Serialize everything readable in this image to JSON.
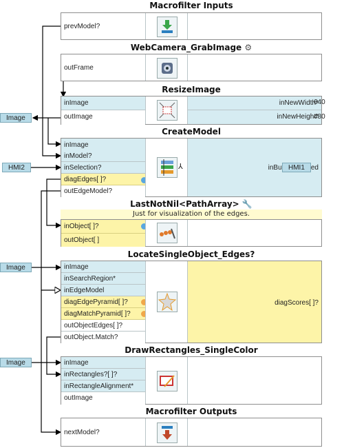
{
  "macro_in": {
    "title": "Macrofilter Inputs",
    "port": "prevModel?",
    "icon": "download-arrow-icon"
  },
  "grab": {
    "title": "WebCamera_GrabImage",
    "out": "outFrame",
    "icon": "webcam-icon"
  },
  "resize": {
    "title": "ResizeImage",
    "in_image": "inImage",
    "out_image": "outImage",
    "in_width": "inNewWidth*",
    "in_height": "inNewHeight*",
    "width_value": "640",
    "height_value": "480",
    "icon": "resize-icon"
  },
  "create": {
    "title": "CreateModel",
    "ports": [
      "inImage",
      "inModel?",
      "inSelection?",
      "diagEdges[ ]?",
      "outEdgeModel?"
    ],
    "out_right": "inButtonPressed",
    "icon": "model-tree-icon"
  },
  "lastnotnil": {
    "title": "LastNotNil<PathArray>",
    "comment": "Just for visualization of the edges.",
    "ports": [
      "inObject[ ]?",
      "outObject[ ]"
    ],
    "icon": "dots-curve-icon"
  },
  "locate": {
    "title": "LocateSingleObject_Edges?",
    "ports": [
      "inImage",
      "inSearchRegion*",
      "inEdgeModel",
      "diagEdgePyramid[ ]?",
      "diagMatchPyramid[ ]?",
      "outObjectEdges[ ]?",
      "outObject.Match?"
    ],
    "out_right": "diagScores[ ]?",
    "icon": "star-locate-icon"
  },
  "draw": {
    "title": "DrawRectangles_SingleColor",
    "ports": [
      "inImage",
      "inRectangles?[ ]?",
      "inRectangleAlignment*",
      "outImage"
    ],
    "icon": "rectangle-pencil-icon"
  },
  "macro_out": {
    "title": "Macrofilter Outputs",
    "port": "nextModel?",
    "icon": "upload-arrow-icon"
  },
  "chips": {
    "image1": "Image",
    "hmi2": "HMI2",
    "hmi1": "HMI1",
    "image2": "Image",
    "image3": "Image"
  },
  "colors": {
    "port_blue": "#d6ecf2",
    "port_yellow": "#fdf4a8",
    "chip": "#b8dbe8",
    "line": "#000000"
  }
}
